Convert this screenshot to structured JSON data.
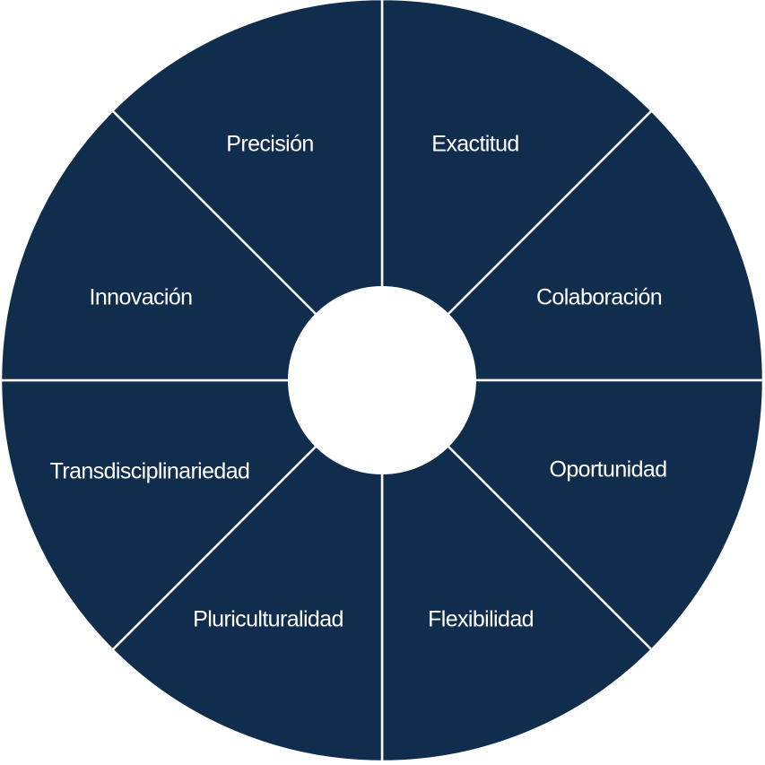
{
  "colors": {
    "segment": "#112d4e",
    "separator": "#ffffff",
    "center": "#ffffff"
  },
  "segments": [
    {
      "label": "Exactitud"
    },
    {
      "label": "Colaboración"
    },
    {
      "label": "Oportunidad"
    },
    {
      "label": "Flexibilidad"
    },
    {
      "label": "Pluriculturalidad"
    },
    {
      "label": "Transdisciplinariedad"
    },
    {
      "label": "Innovación"
    },
    {
      "label": "Precisión"
    }
  ]
}
